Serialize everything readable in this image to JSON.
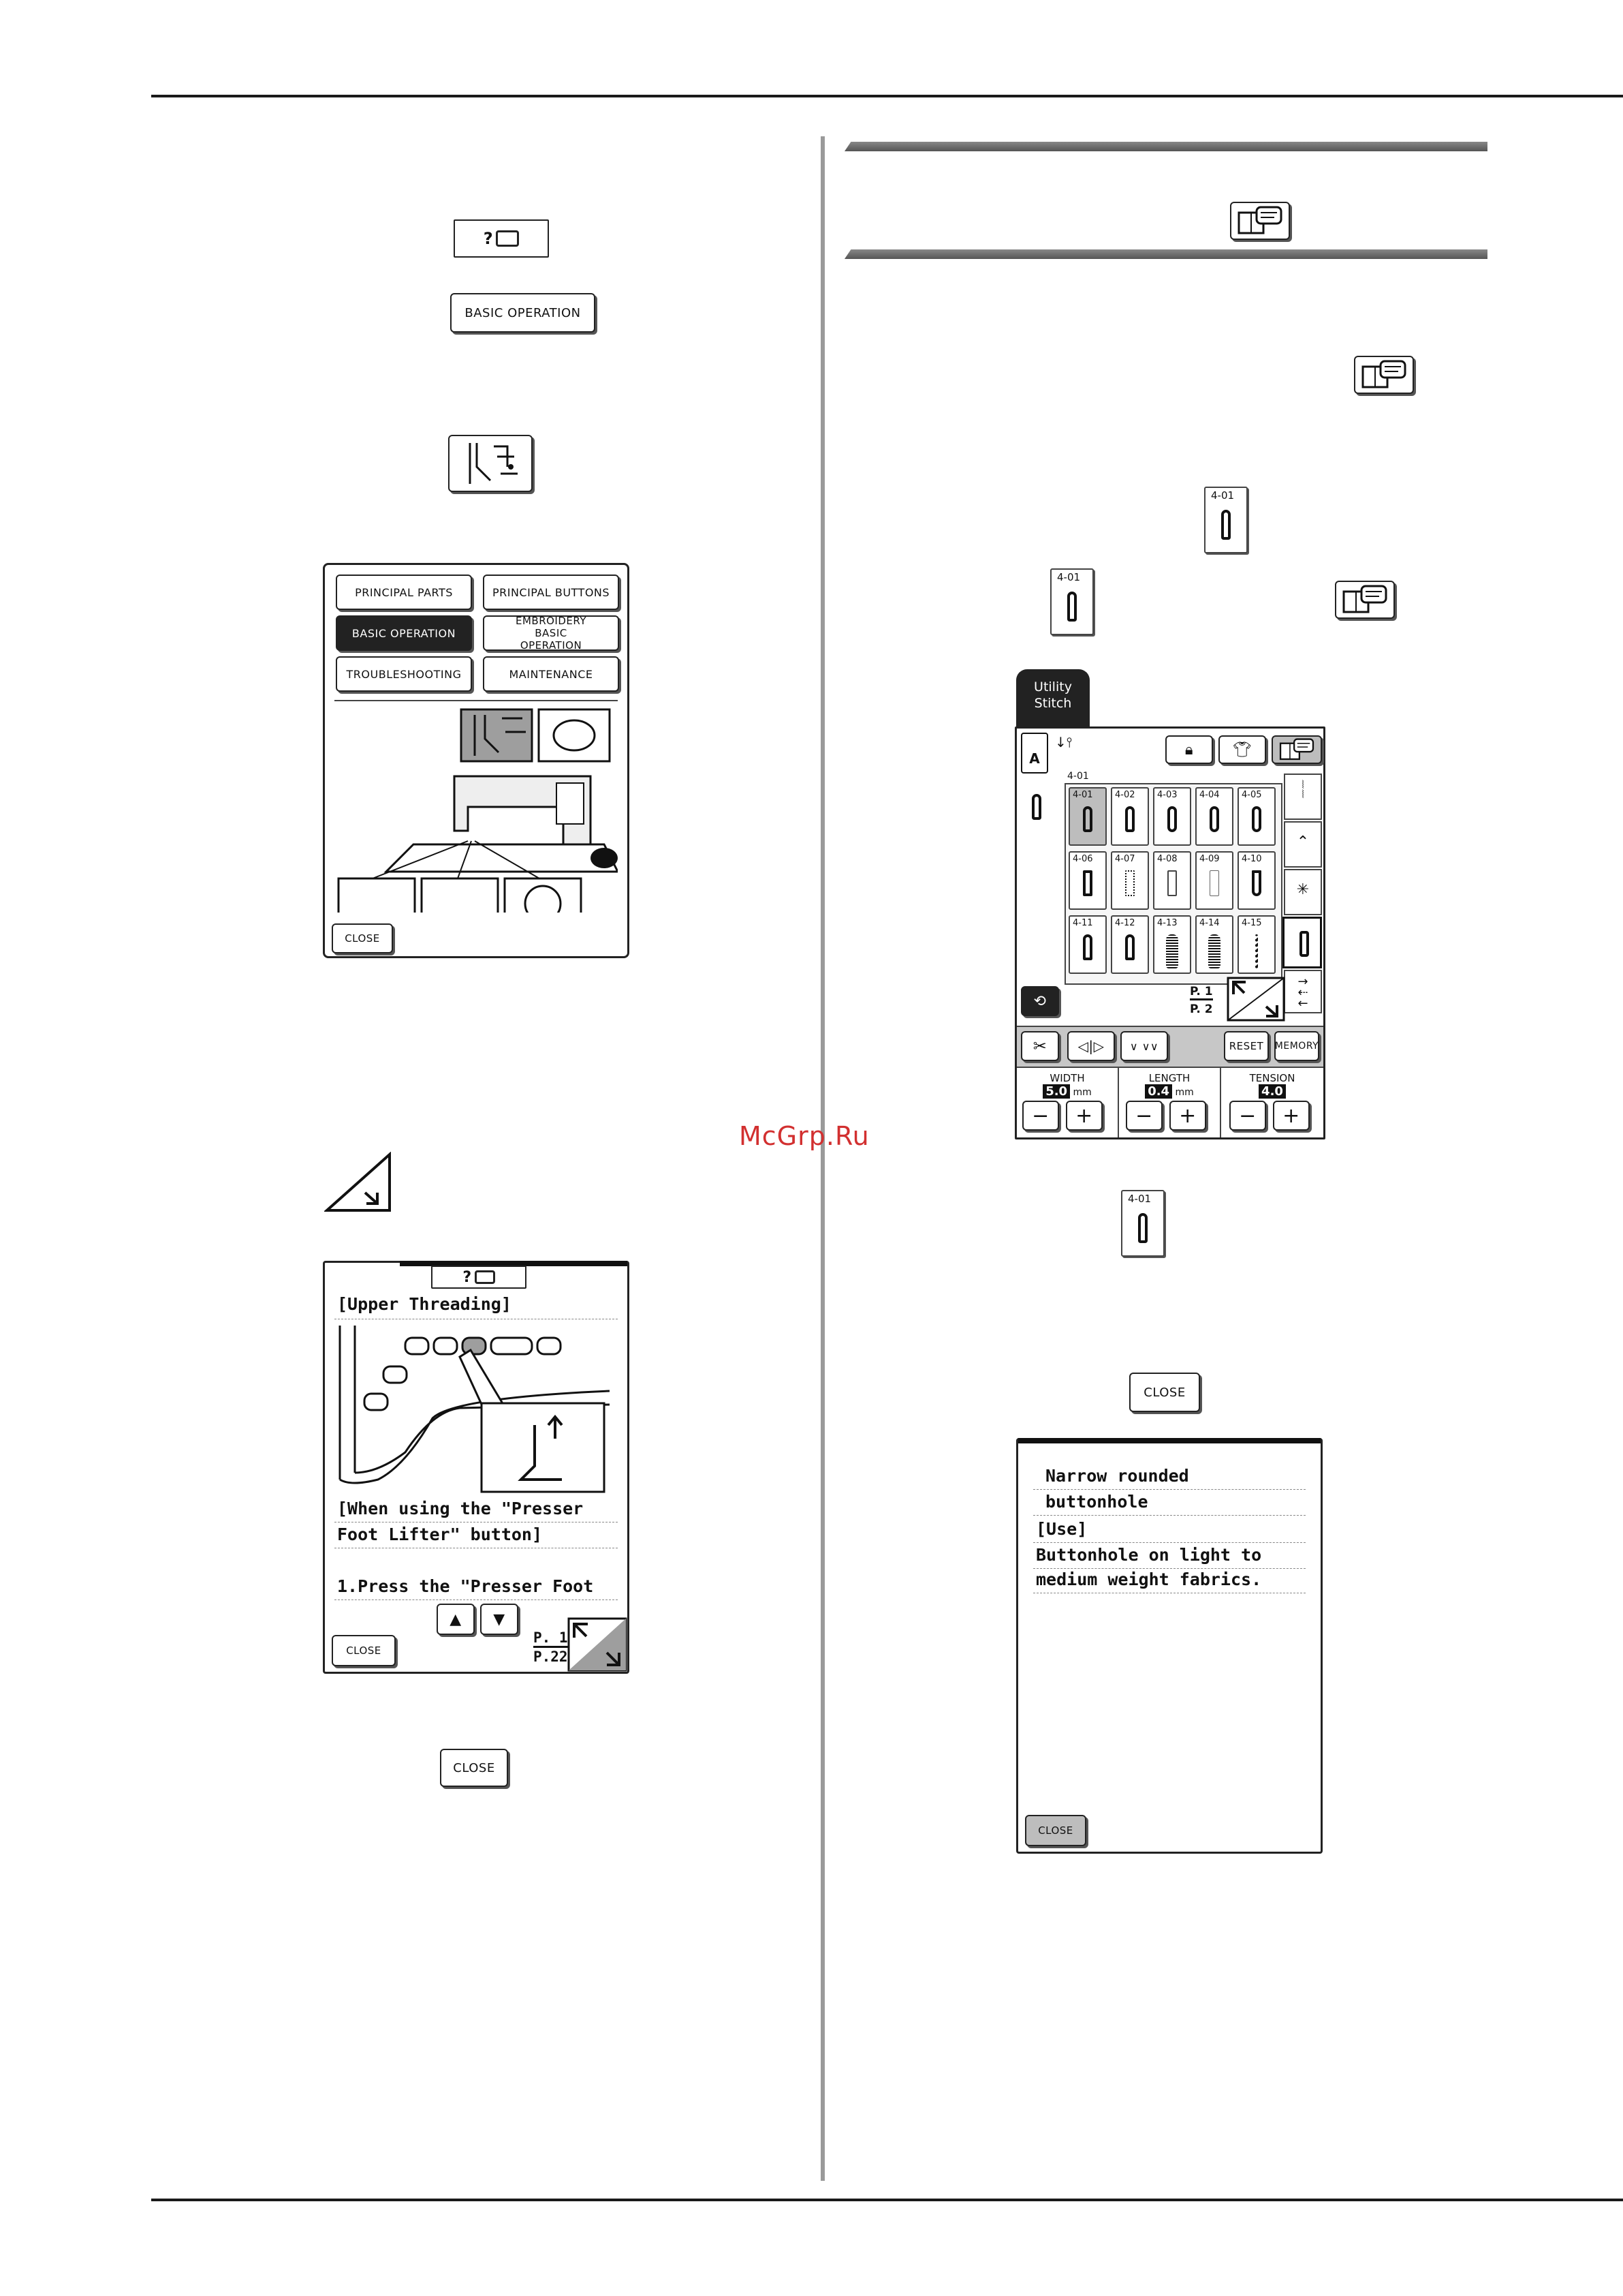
{
  "watermark": "McGrp.Ru",
  "left_column": {
    "help_icon_button": "?",
    "basic_operation_button": "BASIC OPERATION",
    "help_menu": {
      "buttons": [
        "PRINCIPAL PARTS",
        "PRINCIPAL BUTTONS",
        "BASIC OPERATION",
        "EMBROIDERY BASIC OPERATION",
        "TROUBLESHOOTING",
        "MAINTENANCE"
      ],
      "close": "CLOSE"
    },
    "threading_screen": {
      "header_icon": "?",
      "title": "[Upper Threading]",
      "line1": "[When using the \"Presser",
      "line2": "Foot Lifter\" button]",
      "line3": "1.Press the \"Presser Foot",
      "close": "CLOSE",
      "page_current": "P. 1",
      "page_total": "P.22"
    },
    "close_button": "CLOSE"
  },
  "right_column": {
    "stitch_code": "4-01",
    "utility_tab": "Utility Stitch",
    "stitch_screen": {
      "group_label": "4-01",
      "stitches": [
        "4-01",
        "4-02",
        "4-03",
        "4-04",
        "4-05",
        "4-06",
        "4-07",
        "4-08",
        "4-09",
        "4-10",
        "4-11",
        "4-12",
        "4-13",
        "4-14",
        "4-15"
      ],
      "page_current": "P. 1",
      "page_total": "P. 2",
      "reset": "RESET",
      "memory": "MEMORY",
      "width_label": "WIDTH",
      "width_value": "5.0",
      "width_unit": "mm",
      "length_label": "LENGTH",
      "length_value": "0.4",
      "length_unit": "mm",
      "tension_label": "TENSION",
      "tension_value": "4.0",
      "minus": "−",
      "plus": "+"
    },
    "close_button": "CLOSE",
    "info_screen": {
      "lines": [
        "Narrow rounded",
        "buttonhole",
        "[Use]",
        "Buttonhole on light to",
        "medium weight fabrics."
      ],
      "close": "CLOSE"
    }
  }
}
